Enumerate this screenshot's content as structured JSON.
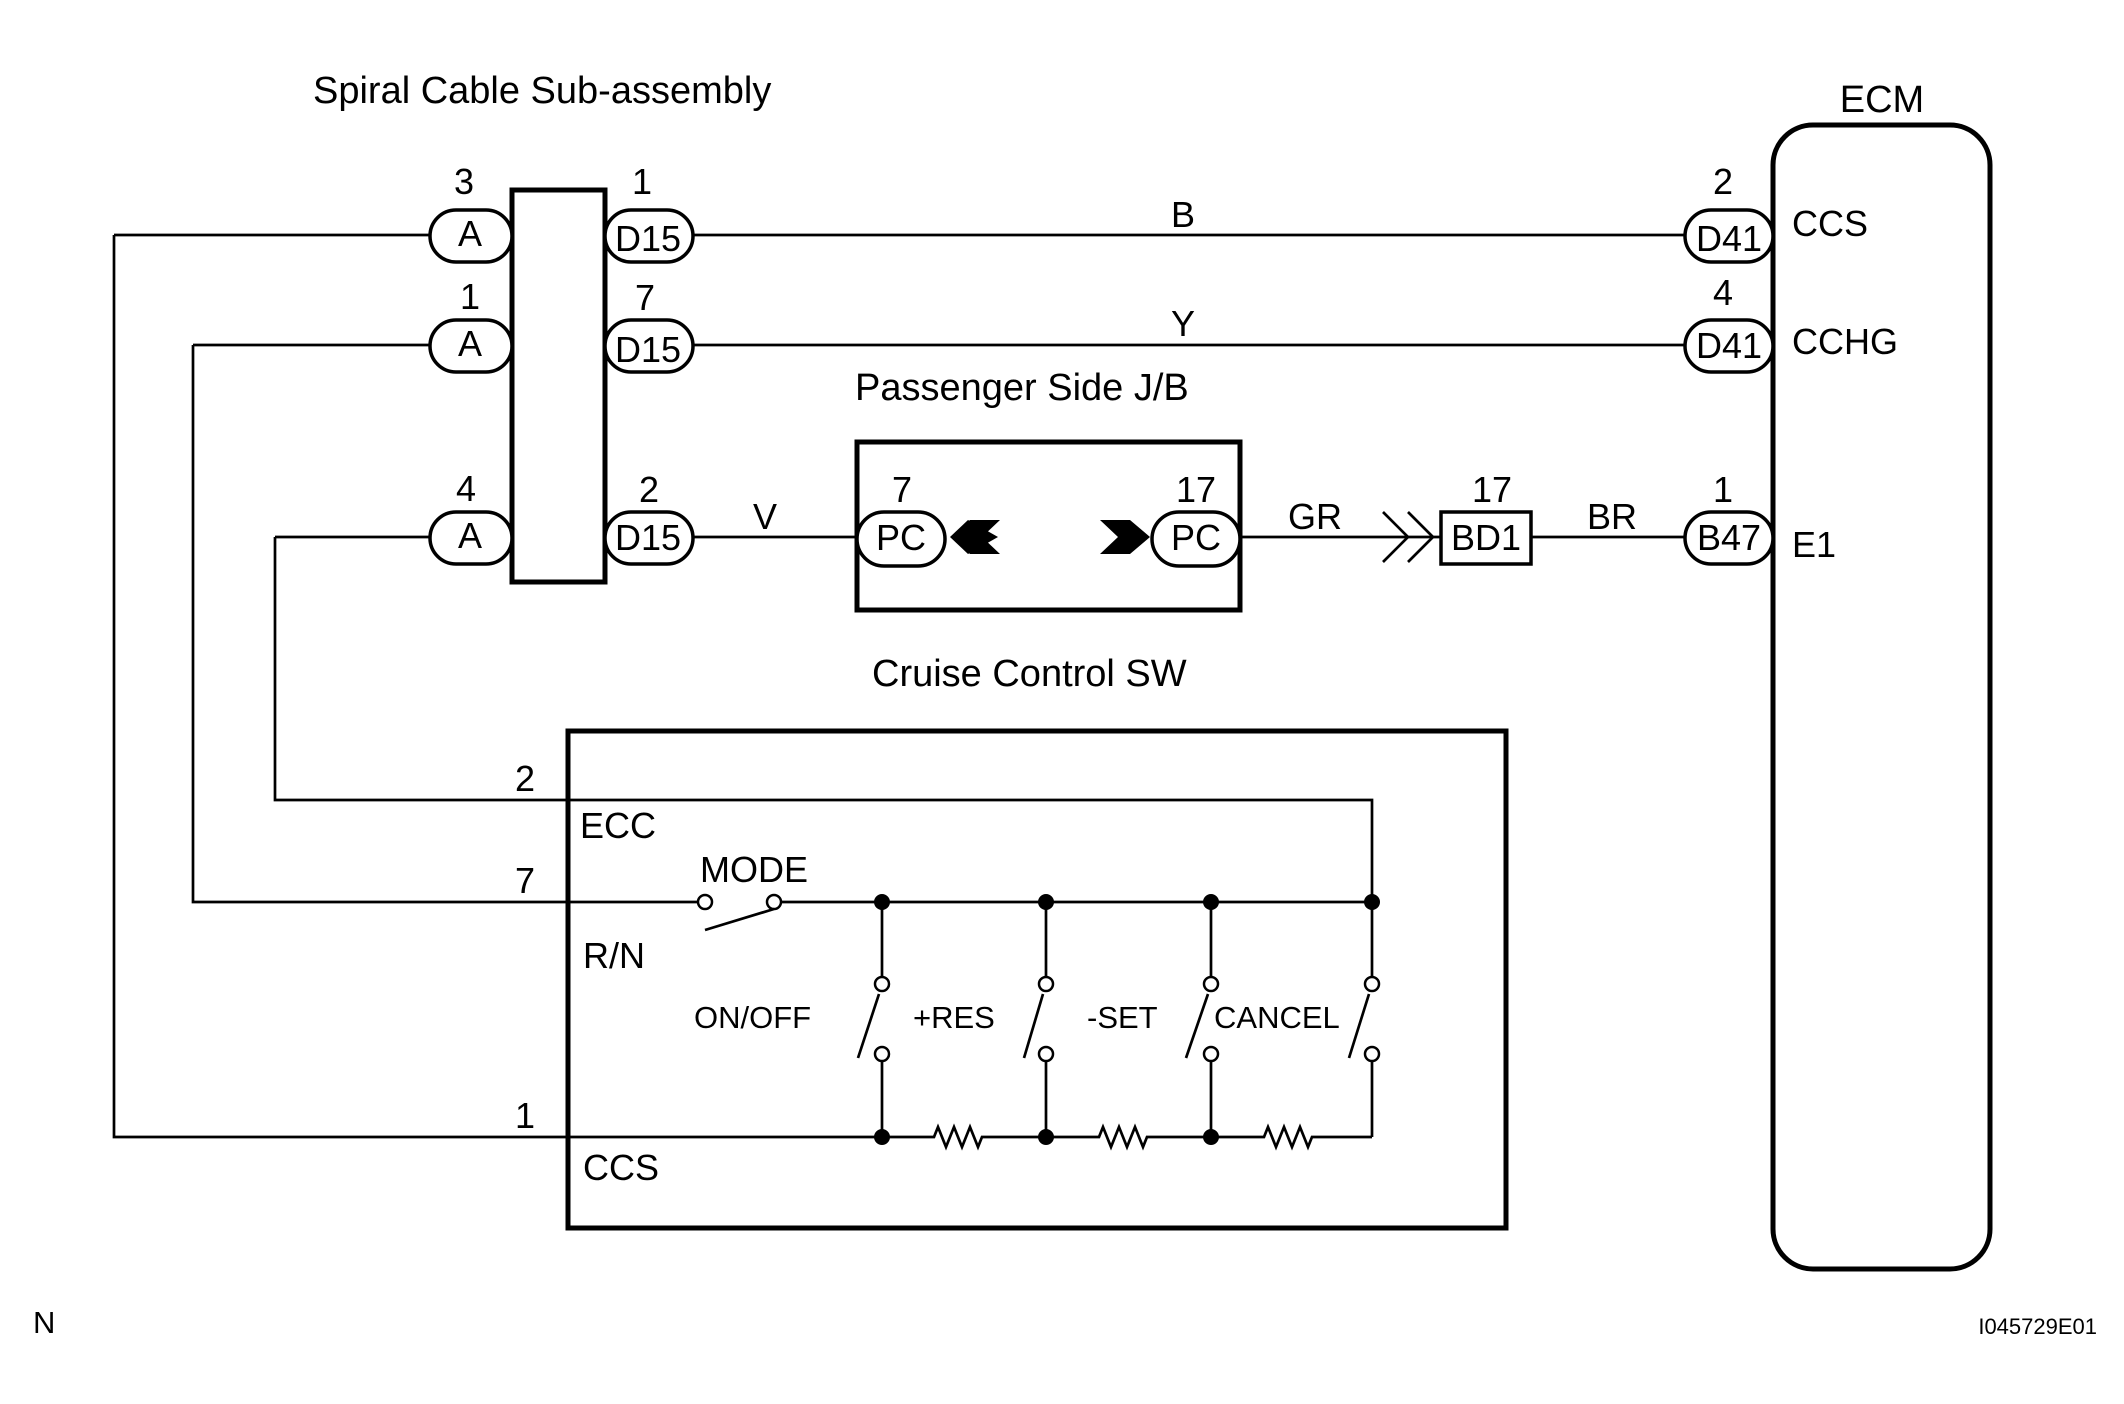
{
  "labels": {
    "spiral_cable": "Spiral Cable Sub-assembly",
    "ecm": "ECM",
    "jb": "Passenger Side J/B",
    "cruise_sw": "Cruise Control SW",
    "corner_left": "N",
    "image_code": "I045729E01"
  },
  "spiral": {
    "left_pins": [
      "3",
      "1",
      "4"
    ],
    "left_conn": "A",
    "right_pins": [
      "1",
      "7",
      "2"
    ],
    "right_conn": "D15"
  },
  "ecm": {
    "pins": [
      "2",
      "4",
      "1"
    ],
    "conns": [
      "D41",
      "D41",
      "B47"
    ],
    "terminals": [
      "CCS",
      "CCHG",
      "E1"
    ]
  },
  "wires": {
    "b": "B",
    "y": "Y",
    "v": "V",
    "gr": "GR",
    "br": "BR"
  },
  "jb": {
    "left_pin": "7",
    "right_pin": "17",
    "conn": "PC"
  },
  "bd1": {
    "pin": "17",
    "conn": "BD1"
  },
  "sw": {
    "pins": [
      "2",
      "7",
      "1"
    ],
    "terminals": [
      "ECC",
      "R/N",
      "CCS"
    ],
    "mode": "MODE",
    "switches": [
      "ON/OFF",
      "+RES",
      "-SET",
      "CANCEL"
    ]
  }
}
